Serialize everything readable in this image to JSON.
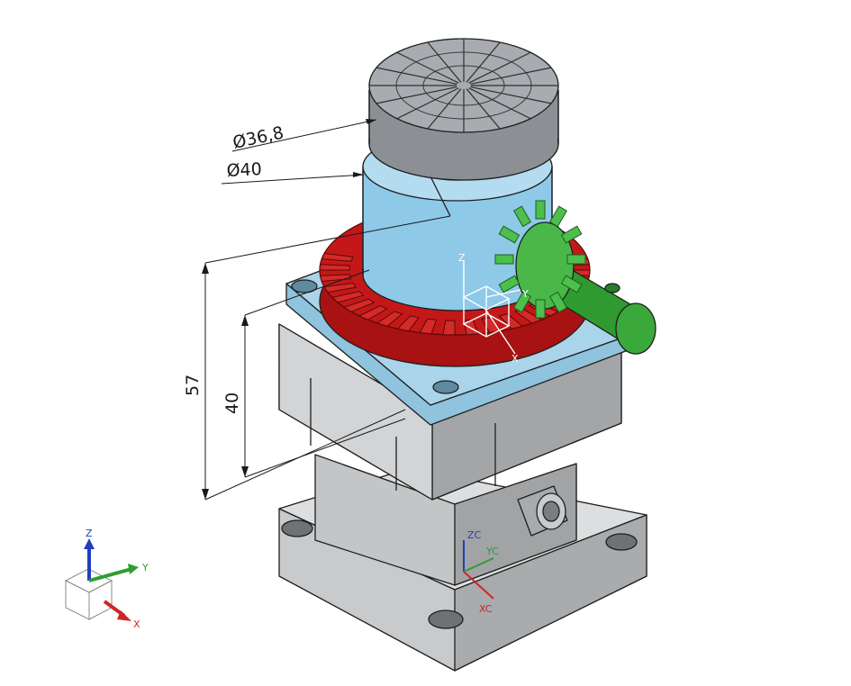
{
  "dimensions": {
    "dia_top": "Ø36,8",
    "dia_bottom": "Ø40",
    "height_total": "57",
    "height_inner": "40"
  },
  "part_csys": {
    "z": "Z",
    "y": "Y",
    "x": "X"
  },
  "work_csys": {
    "zc": "ZC",
    "yc": "YC",
    "xc": "XC"
  },
  "view_triad": {
    "z": "Z",
    "y": "Y",
    "x": "X"
  },
  "colors": {
    "body_gray": "#b4b6b8",
    "flange_blue": "#8fc3de",
    "bearing_blue": "#8ec9e8",
    "gear_red": "#c41818",
    "pinion_green": "#3aa83a",
    "chuck_gray": "#9ea2a6",
    "axis_z": "#1f3fbf",
    "axis_y": "#2e9e2e",
    "axis_x": "#cf2626"
  },
  "icons": [
    "view-triad-icon",
    "work-csys-icon",
    "part-csys-icon"
  ]
}
